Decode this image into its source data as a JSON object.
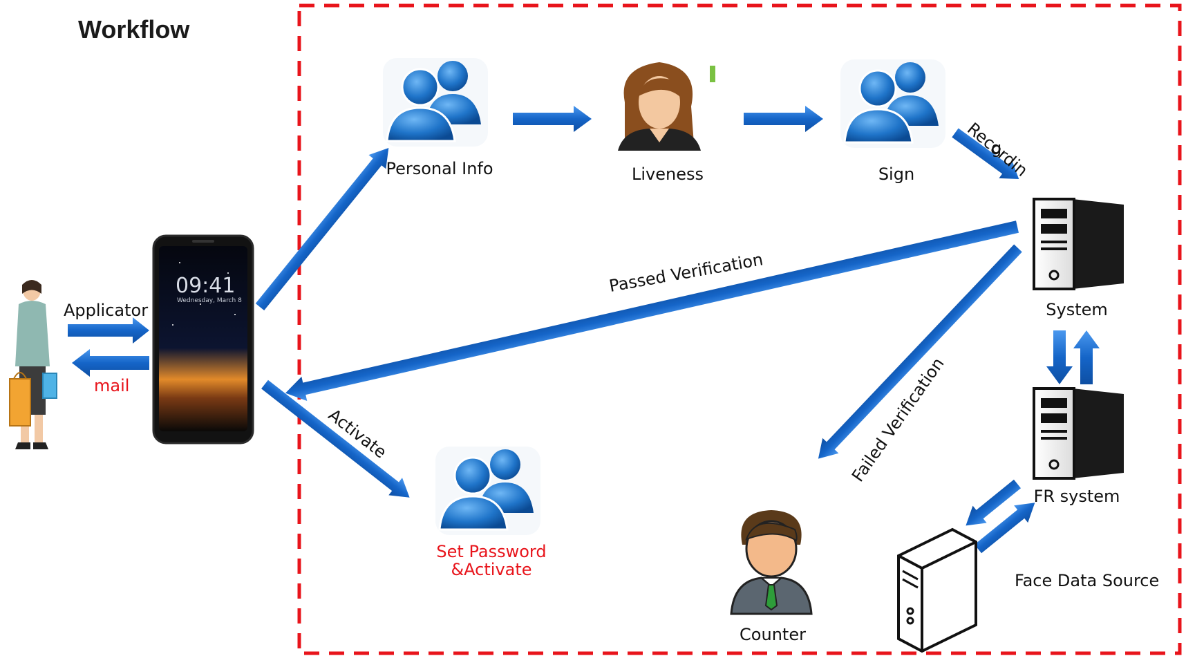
{
  "title": "Workflow",
  "labels": {
    "applicator": "Applicator",
    "mail": "mail",
    "personal_info": "Personal Info",
    "liveness": "Liveness",
    "sign": "Sign",
    "recording_line1": "Recordin",
    "recording_line2": "g",
    "system": "System",
    "fr_system": "FR system",
    "face_data_source": "Face Data Source",
    "counter": "Counter",
    "passed_verification": "Passed Verification",
    "failed_verification": "Failed Verification",
    "activate": "Activate",
    "set_password_line1": "Set Password",
    "set_password_line2": "&Activate"
  },
  "phone": {
    "time": "09:41",
    "date": "Wednesday, March 8"
  },
  "colors": {
    "arrow": "#1565c8",
    "arrow_light": "#3f8fe8",
    "boundary": "#e8141b",
    "highlight_text": "#e8141b",
    "user_icon": "#1f74c9"
  }
}
